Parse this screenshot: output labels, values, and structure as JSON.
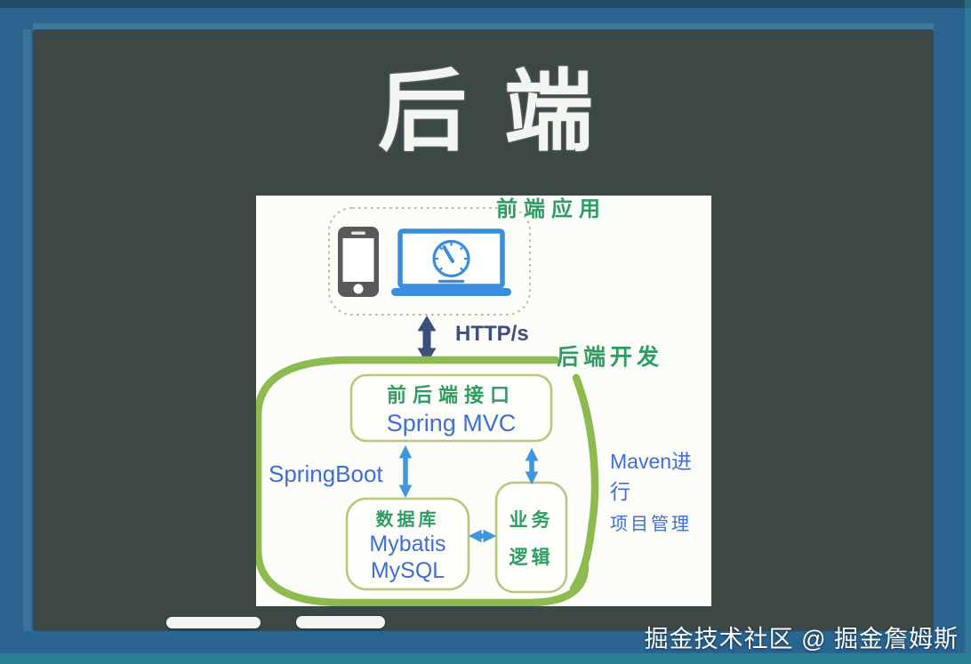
{
  "board": {
    "title": "后端",
    "watermark": "掘金技术社区 @ 掘金詹姆斯"
  },
  "diagram": {
    "frontend_label": "前端应用",
    "http_label": "HTTP/s",
    "backend_label": "后端开发",
    "api_box": {
      "title": "前后端接口",
      "subtitle": "Spring MVC"
    },
    "springboot_label": "SpringBoot",
    "database_box": {
      "title": "数据库",
      "line2": "Mybatis",
      "line3": "MySQL"
    },
    "business_box": {
      "line1": "业务",
      "line2": "逻辑"
    },
    "maven_line1": "Maven进行",
    "maven_line2": "项目管理"
  },
  "icons": {
    "phone": "smartphone-icon",
    "laptop": "laptop-gauge-icon"
  },
  "colors": {
    "frame_blue": "#2a6490",
    "board_dark": "#3b4846",
    "container_green": "#8dbb50",
    "box_border_olive": "#b5c87b",
    "handwriting_green": "#2f9c63",
    "text_blue": "#3f6fd6",
    "arrow_light_blue": "#3f96dd",
    "arrow_navy": "#3d4f7f",
    "laptop_blue": "#3b8ede",
    "phone_gray": "#58595b"
  }
}
